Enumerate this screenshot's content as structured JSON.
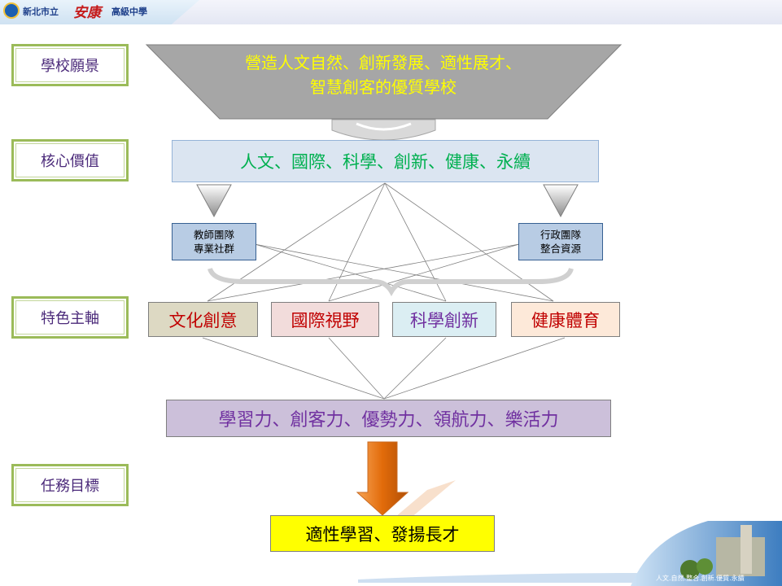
{
  "header": {
    "city": "新北市立",
    "school_name": "安康",
    "school_type": "高級中學"
  },
  "labels": {
    "vision": "學校願景",
    "core_values": "核心價值",
    "feature_axis": "特色主軸",
    "mission_goals": "任務目標"
  },
  "vision": {
    "line1": "營造人文自然、創新發展、適性展才、",
    "line2": "智慧創客的優質學校"
  },
  "core_values": "人文、國際、科學、創新、健康、永續",
  "side_boxes": {
    "left_line1": "教師團隊",
    "left_line2": "專業社群",
    "right_line1": "行政團隊",
    "right_line2": "整合資源"
  },
  "axes": [
    {
      "label": "文化創意",
      "text_color": "#c00000",
      "bg": "#ddd9c3"
    },
    {
      "label": "國際視野",
      "text_color": "#c00000",
      "bg": "#f2dcdb"
    },
    {
      "label": "科學創新",
      "text_color": "#7030a0",
      "bg": "#dbeef3"
    },
    {
      "label": "健康體育",
      "text_color": "#c00000",
      "bg": "#fde9d9"
    }
  ],
  "goals": "學習力、創客力、優勢力、領航力、樂活力",
  "final_goal": "適性學習、發揚長才",
  "footer_caption": "人文.自然.整合.創新.優質.永續",
  "colors": {
    "label_border": "#9bbb59",
    "label_text": "#4b2a7a",
    "vision_fill": "#a6a6a6",
    "vision_text": "#ffff00",
    "core_text": "#00b050",
    "goal_text": "#7030a0",
    "arrow": "#e26b0a"
  }
}
